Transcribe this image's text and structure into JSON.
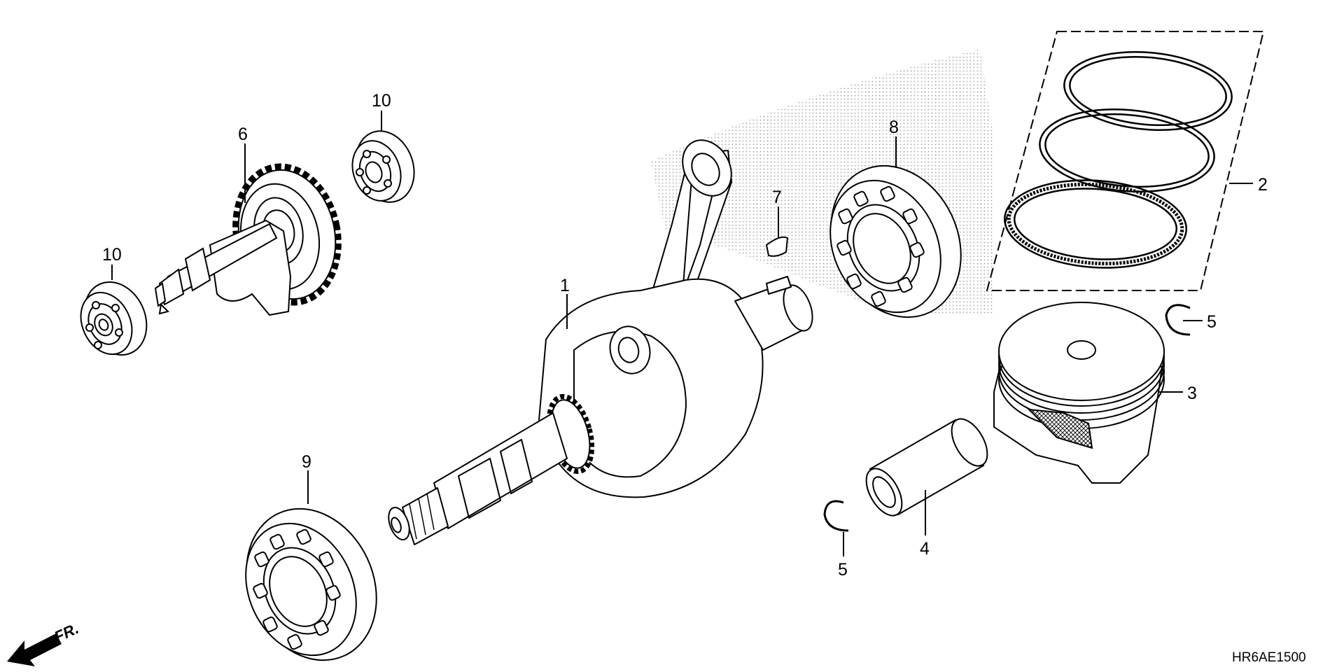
{
  "diagram_code": "HR6AE1500",
  "direction_label": "FR.",
  "callouts": [
    {
      "id": "callout-1",
      "text": "1"
    },
    {
      "id": "callout-2",
      "text": "2"
    },
    {
      "id": "callout-3",
      "text": "3"
    },
    {
      "id": "callout-4",
      "text": "4"
    },
    {
      "id": "callout-5a",
      "text": "5"
    },
    {
      "id": "callout-5b",
      "text": "5"
    },
    {
      "id": "callout-6",
      "text": "6"
    },
    {
      "id": "callout-7",
      "text": "7"
    },
    {
      "id": "callout-8",
      "text": "8"
    },
    {
      "id": "callout-9",
      "text": "9"
    },
    {
      "id": "callout-10a",
      "text": "10"
    },
    {
      "id": "callout-10b",
      "text": "10"
    }
  ]
}
